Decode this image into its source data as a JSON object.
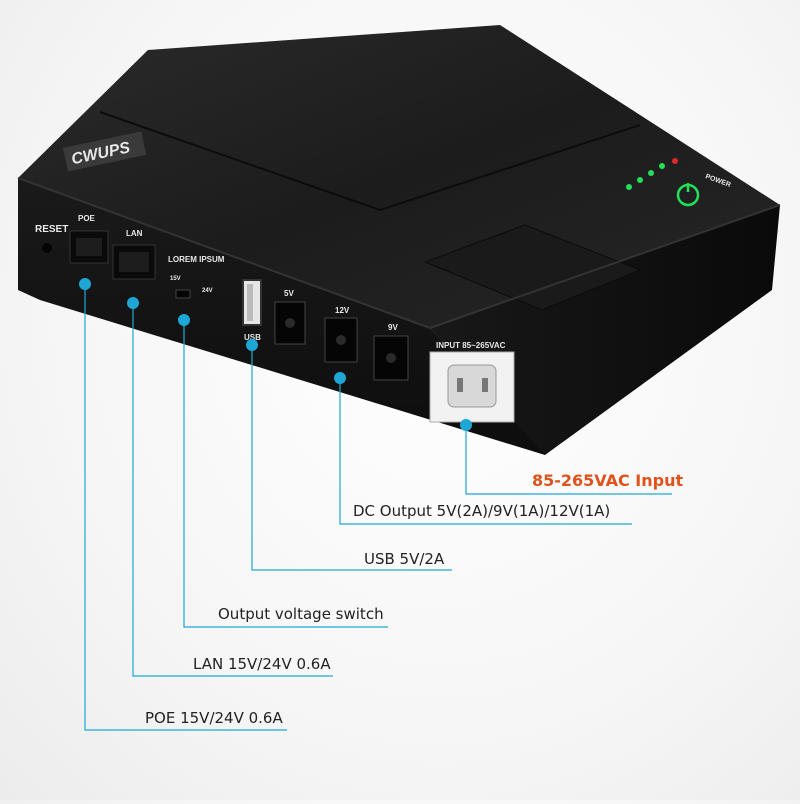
{
  "device": {
    "brand": "CWUPS",
    "port_labels": {
      "reset": "RESET",
      "poe": "POE",
      "lan": "LAN",
      "switch_title": "LOREM IPSUM",
      "switch_15v": "15V",
      "switch_24v": "24V",
      "usb": "USB",
      "dc_5v": "5V",
      "dc_12v": "12V",
      "dc_9v": "9V",
      "input": "INPUT 85~265VAC",
      "power": "POWER"
    },
    "colors": {
      "body": "#151515",
      "accent_line": "#1ea7d6",
      "highlight_text": "#e0521c",
      "led_green": "#22e05a",
      "led_red": "#e02828"
    }
  },
  "callouts": {
    "input": "85-265VAC Input",
    "dc_output": "DC Output 5V(2A)/9V(1A)/12V(1A)",
    "usb": "USB 5V/2A",
    "switch": "Output voltage switch",
    "lan": "LAN 15V/24V 0.6A",
    "poe": "POE 15V/24V 0.6A"
  }
}
